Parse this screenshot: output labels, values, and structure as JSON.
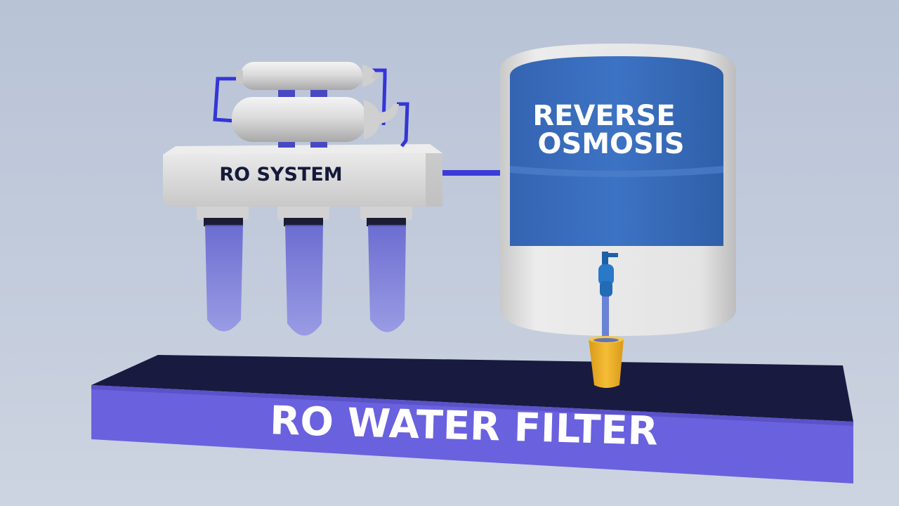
{
  "ro_system": {
    "label": "RO SYSTEM",
    "housing_color": "#dcdcdc",
    "tube_color": "#3535d6",
    "filter_color": "#6b6be0"
  },
  "tank": {
    "label_line1": "REVERSE",
    "label_line2": "OSMOSIS",
    "water_color": "#3a6fbf",
    "body_color": "#e2e2e2"
  },
  "tap": {
    "color": "#2a78c8"
  },
  "cup": {
    "color": "#f2b52b"
  },
  "base": {
    "label": "RO WATER FILTER",
    "top_color": "#191a3f",
    "front_color": "#6a61df"
  }
}
